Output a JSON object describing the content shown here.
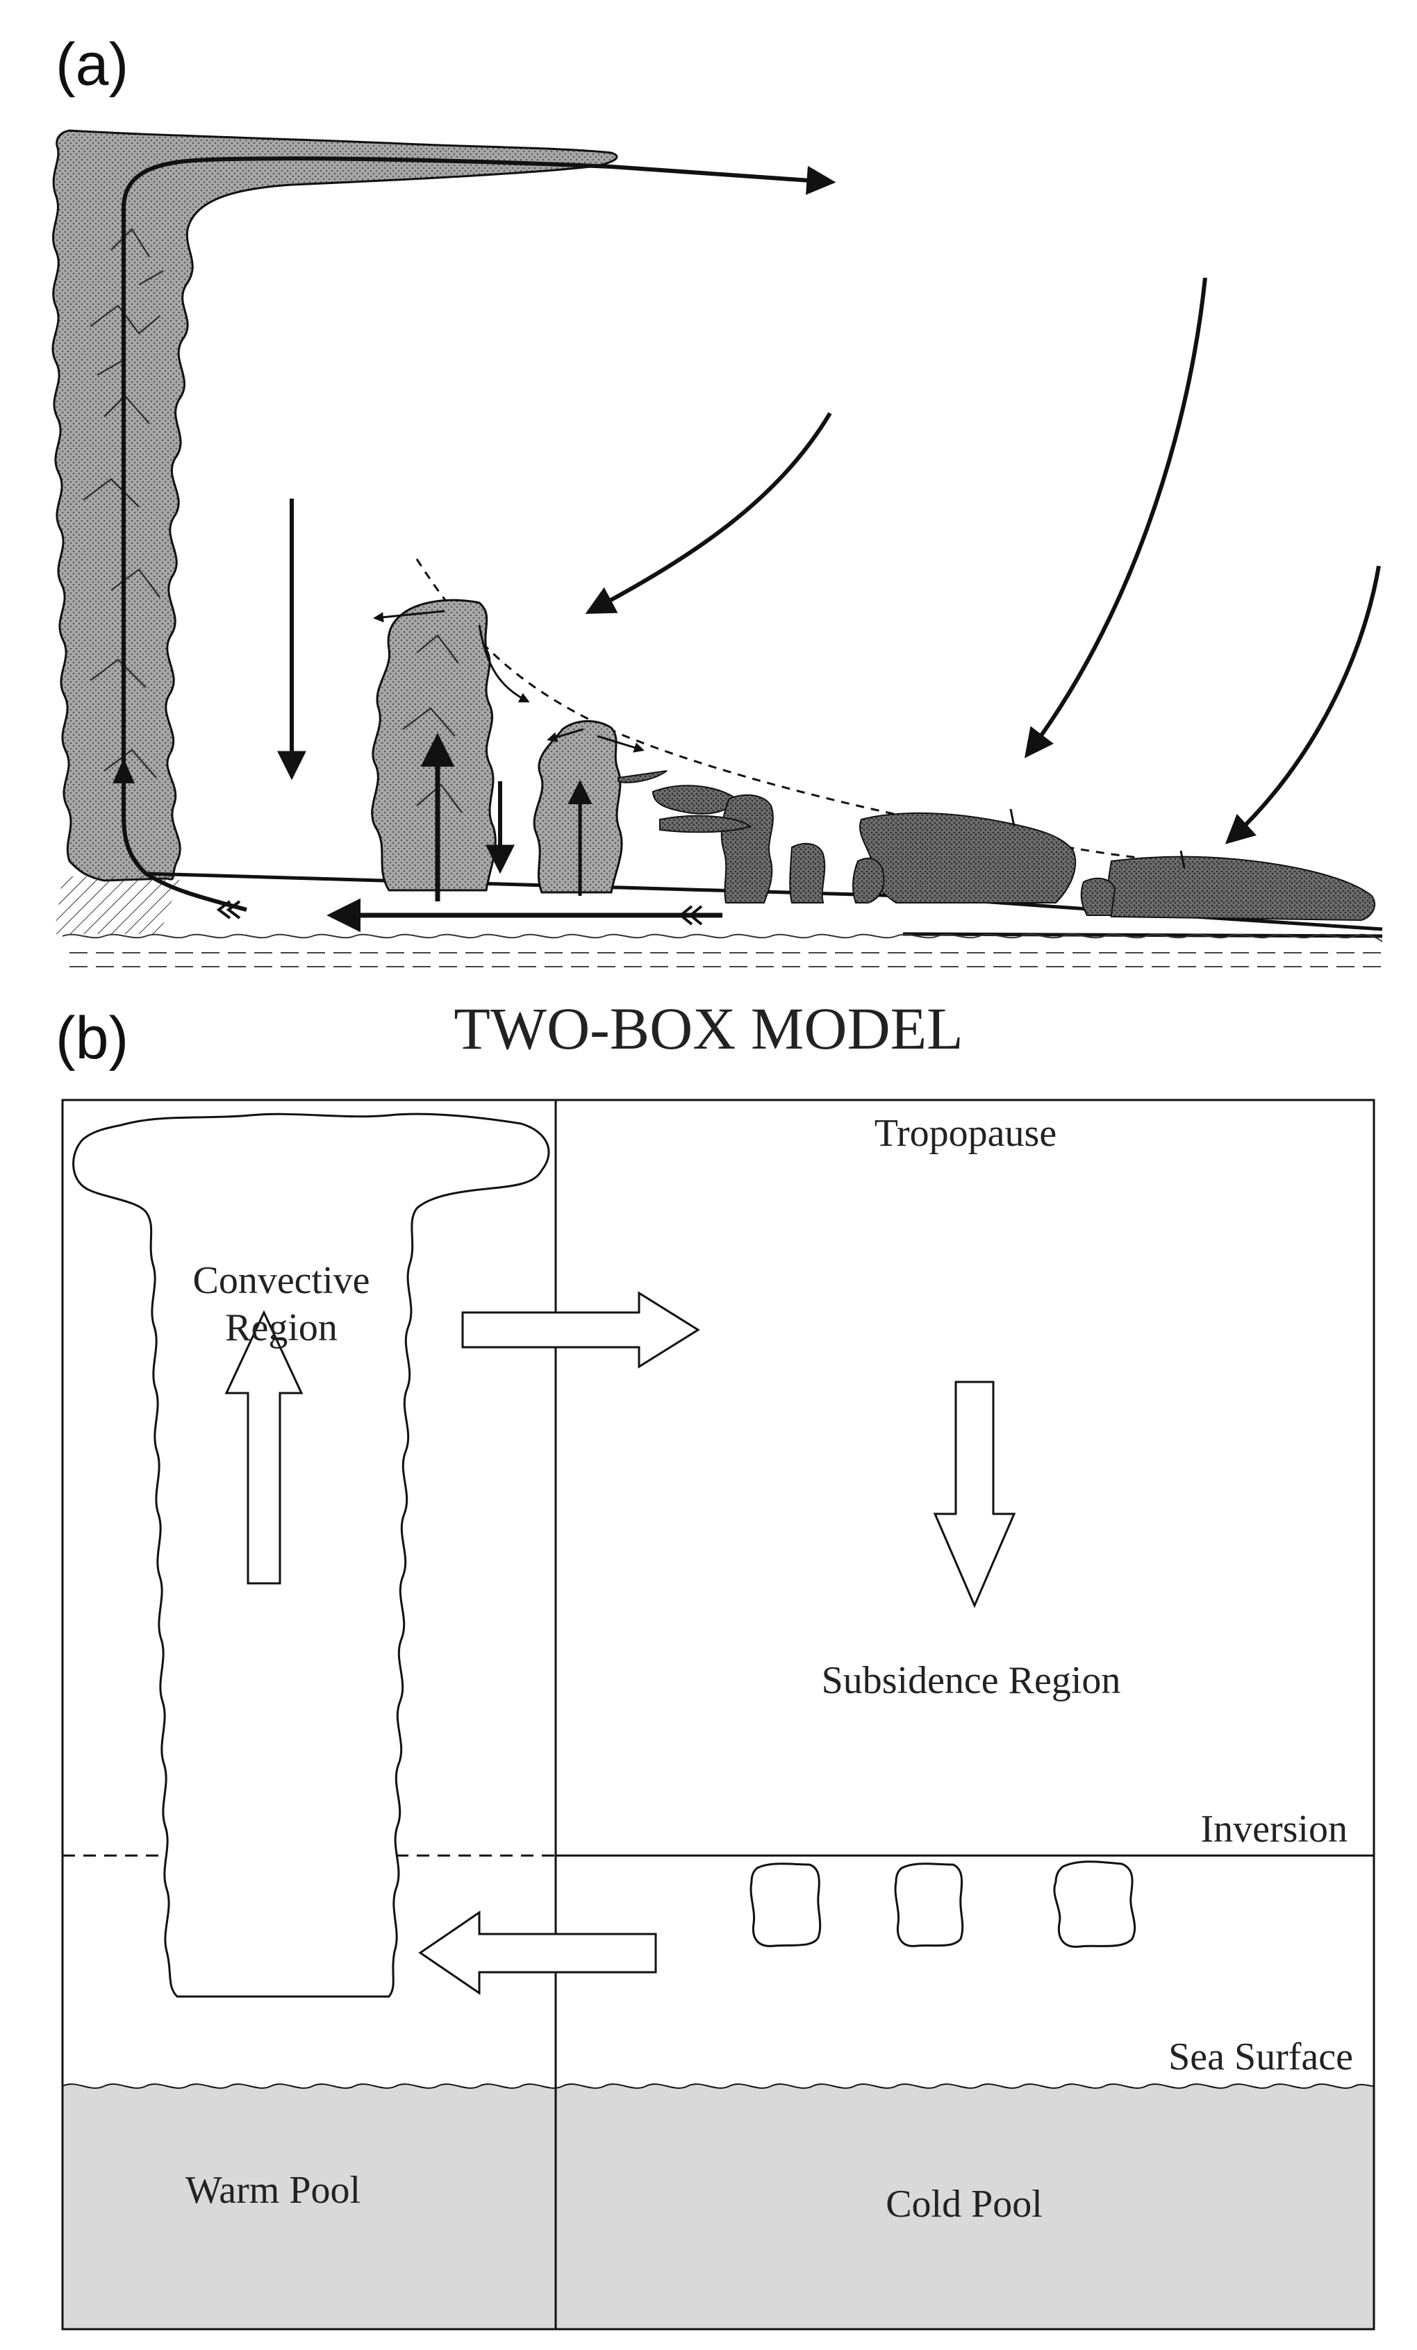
{
  "panel_a": {
    "label": "(a)"
  },
  "panel_b": {
    "label": "(b)",
    "title": "TWO-BOX MODEL",
    "labels": {
      "convective_line1": "Convective",
      "convective_line2": "Region",
      "tropopause": "Tropopause",
      "subsidence": "Subsidence Region",
      "inversion": "Inversion",
      "sea_surface": "Sea Surface",
      "warm_pool": "Warm Pool",
      "cold_pool": "Cold Pool"
    }
  },
  "colors": {
    "cloud_fill": "#9c9c9c",
    "cloud_dark": "#6a6a6a",
    "ocean_fill": "#d9d9d9",
    "line": "#111111"
  }
}
